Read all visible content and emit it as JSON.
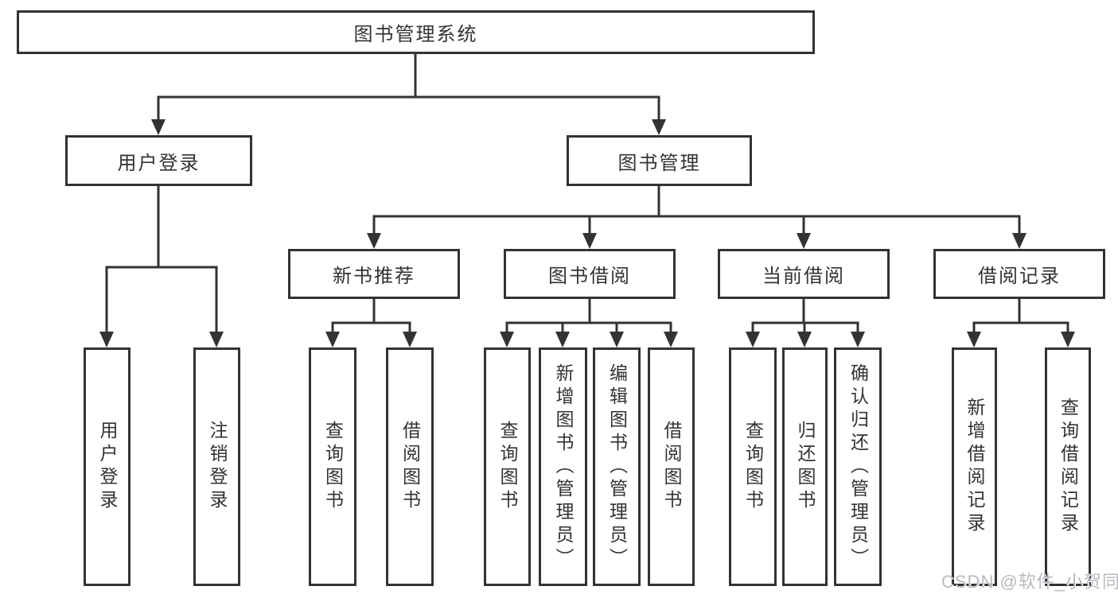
{
  "diagram_title": "图书管理系统",
  "tree": {
    "label": "图书管理系统",
    "children": [
      {
        "label": "用户登录",
        "children": [
          {
            "label": "用户登录"
          },
          {
            "label": "注销登录"
          }
        ]
      },
      {
        "label": "图书管理",
        "children": [
          {
            "label": "新书推荐",
            "children": [
              {
                "label": "查询图书"
              },
              {
                "label": "借阅图书"
              }
            ]
          },
          {
            "label": "图书借阅",
            "children": [
              {
                "label": "查询图书"
              },
              {
                "label": "新增图书（管理员）"
              },
              {
                "label": "编辑图书（管理员）"
              },
              {
                "label": "借阅图书"
              }
            ]
          },
          {
            "label": "当前借阅",
            "children": [
              {
                "label": "查询图书"
              },
              {
                "label": "归还图书"
              },
              {
                "label": "确认归还（管理员）"
              }
            ]
          },
          {
            "label": "借阅记录",
            "children": [
              {
                "label": "新增借阅记录"
              },
              {
                "label": "查询借阅记录"
              }
            ]
          }
        ]
      }
    ]
  },
  "watermark": {
    "text": "CSDN @软件_小贺同学"
  },
  "colors": {
    "line": "#333333",
    "box_border": "#333333",
    "box_fill": "#ffffff",
    "text": "#333333",
    "watermark": "#b6babf"
  }
}
